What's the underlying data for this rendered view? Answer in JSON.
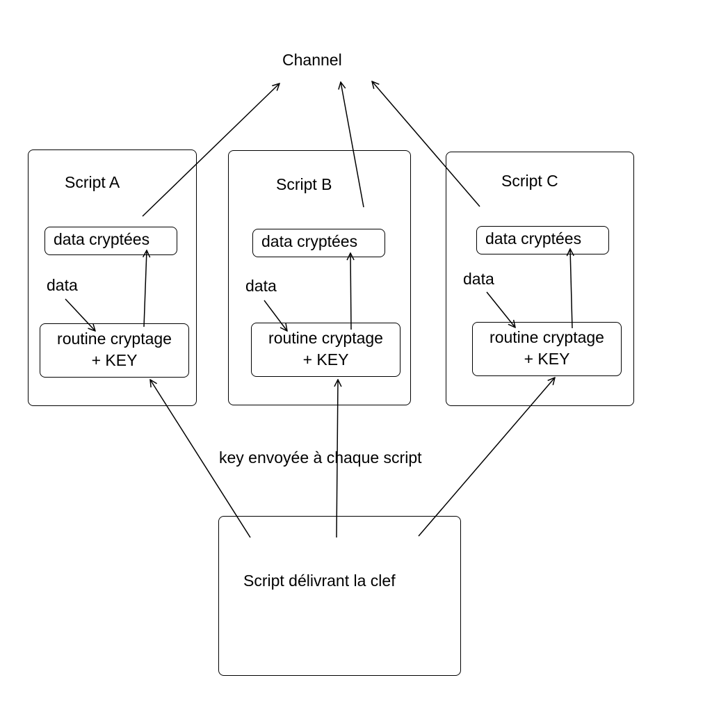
{
  "channel_label": "Channel",
  "scripts": [
    {
      "title": "Script A",
      "encrypted_label": "data cryptées",
      "data_label": "data",
      "routine_line1": "routine  cryptage",
      "routine_line2": "+ KEY"
    },
    {
      "title": "Script B",
      "encrypted_label": "data cryptées",
      "data_label": "data",
      "routine_line1": "routine  cryptage",
      "routine_line2": "+ KEY"
    },
    {
      "title": "Script C",
      "encrypted_label": "data cryptées",
      "data_label": "data",
      "routine_line1": "routine  cryptage",
      "routine_line2": "+ KEY"
    }
  ],
  "key_sent_label": "key envoyée à chaque script",
  "key_server_label": "Script délivrant la clef",
  "colors": {
    "stroke": "#000000",
    "background": "#ffffff"
  }
}
